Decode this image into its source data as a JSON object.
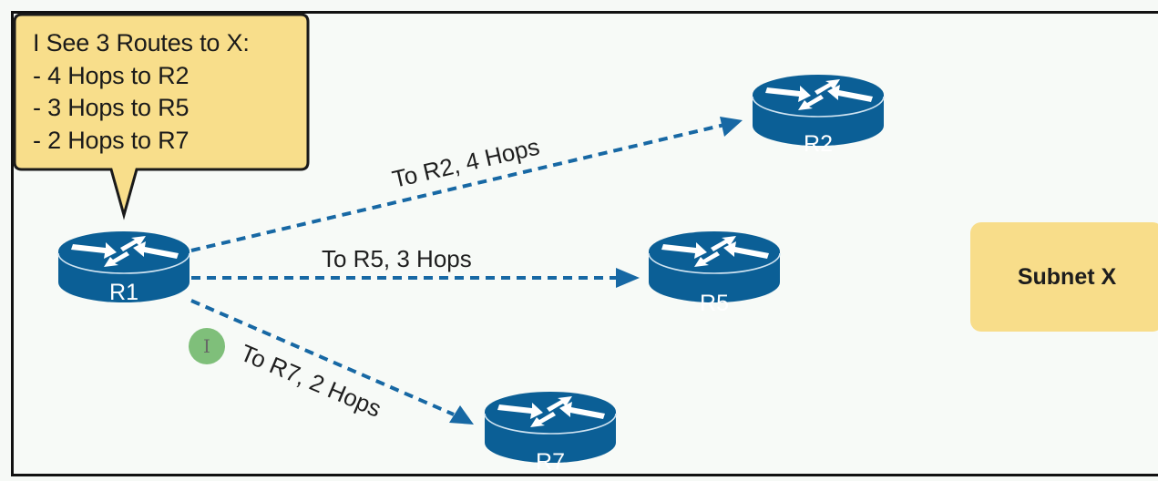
{
  "callout": {
    "lines": [
      "I See 3 Routes to X:",
      "- 4 Hops to R2",
      "- 3 Hops to R5",
      "- 2 Hops to R7"
    ]
  },
  "routers": [
    {
      "id": "R1",
      "label": "R1"
    },
    {
      "id": "R2",
      "label": "R2"
    },
    {
      "id": "R5",
      "label": "R5"
    },
    {
      "id": "R7",
      "label": "R7"
    }
  ],
  "links": [
    {
      "from": "R1",
      "to": "R2",
      "label": "To R2, 4 Hops",
      "hops": 4
    },
    {
      "from": "R1",
      "to": "R5",
      "label": "To R5, 3 Hops",
      "hops": 3
    },
    {
      "from": "R1",
      "to": "R7",
      "label": "To R7, 2 Hops",
      "hops": 2
    }
  ],
  "destination": {
    "label": "Subnet X"
  },
  "cursor": {
    "icon": "text-cursor-icon",
    "glyph": "I"
  },
  "colors": {
    "router": "#0b5f96",
    "link": "#1768a4",
    "callout_fill": "#f8de8b",
    "subnet_fill": "#f8dd8a",
    "cursor_dot": "#7fbf7a"
  }
}
